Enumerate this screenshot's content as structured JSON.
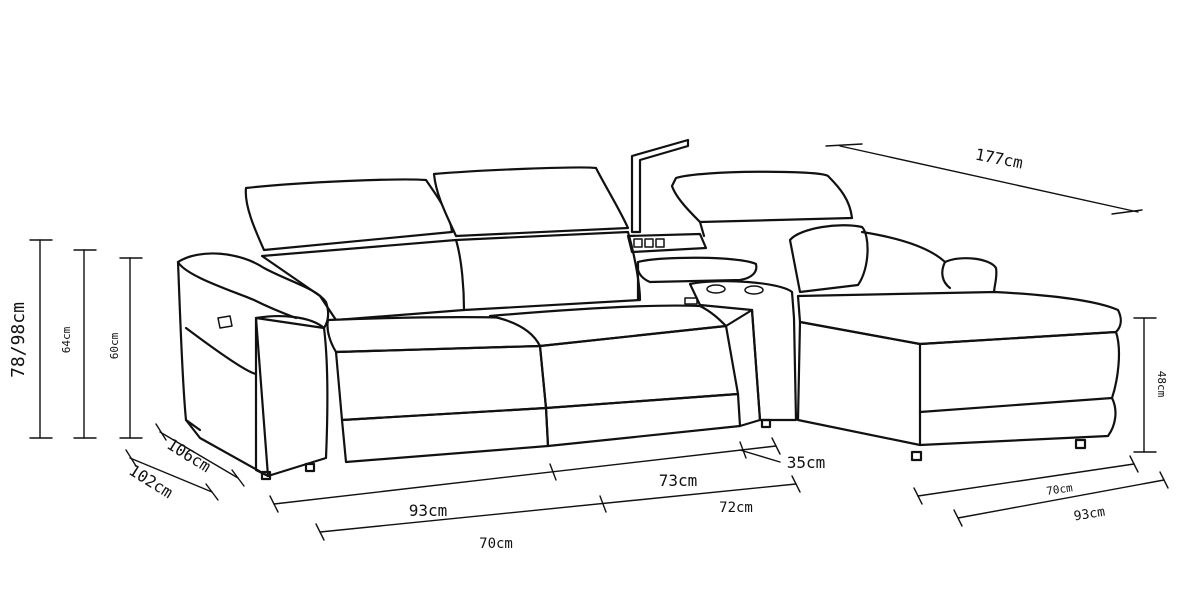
{
  "dimensions": {
    "total_height": "78/98cm",
    "back_height": "64cm",
    "seat_back_height": "60cm",
    "chaise_height": "48cm",
    "depth_outer": "106cm",
    "depth_inner": "102cm",
    "seat_width_left": "93cm",
    "seat_width_right": "73cm",
    "console_width": "35cm",
    "seat_inner_left": "70cm",
    "seat_inner_right": "72cm",
    "chaise_length": "177cm",
    "chaise_inner_width": "70cm",
    "chaise_outer_width": "93cm"
  }
}
